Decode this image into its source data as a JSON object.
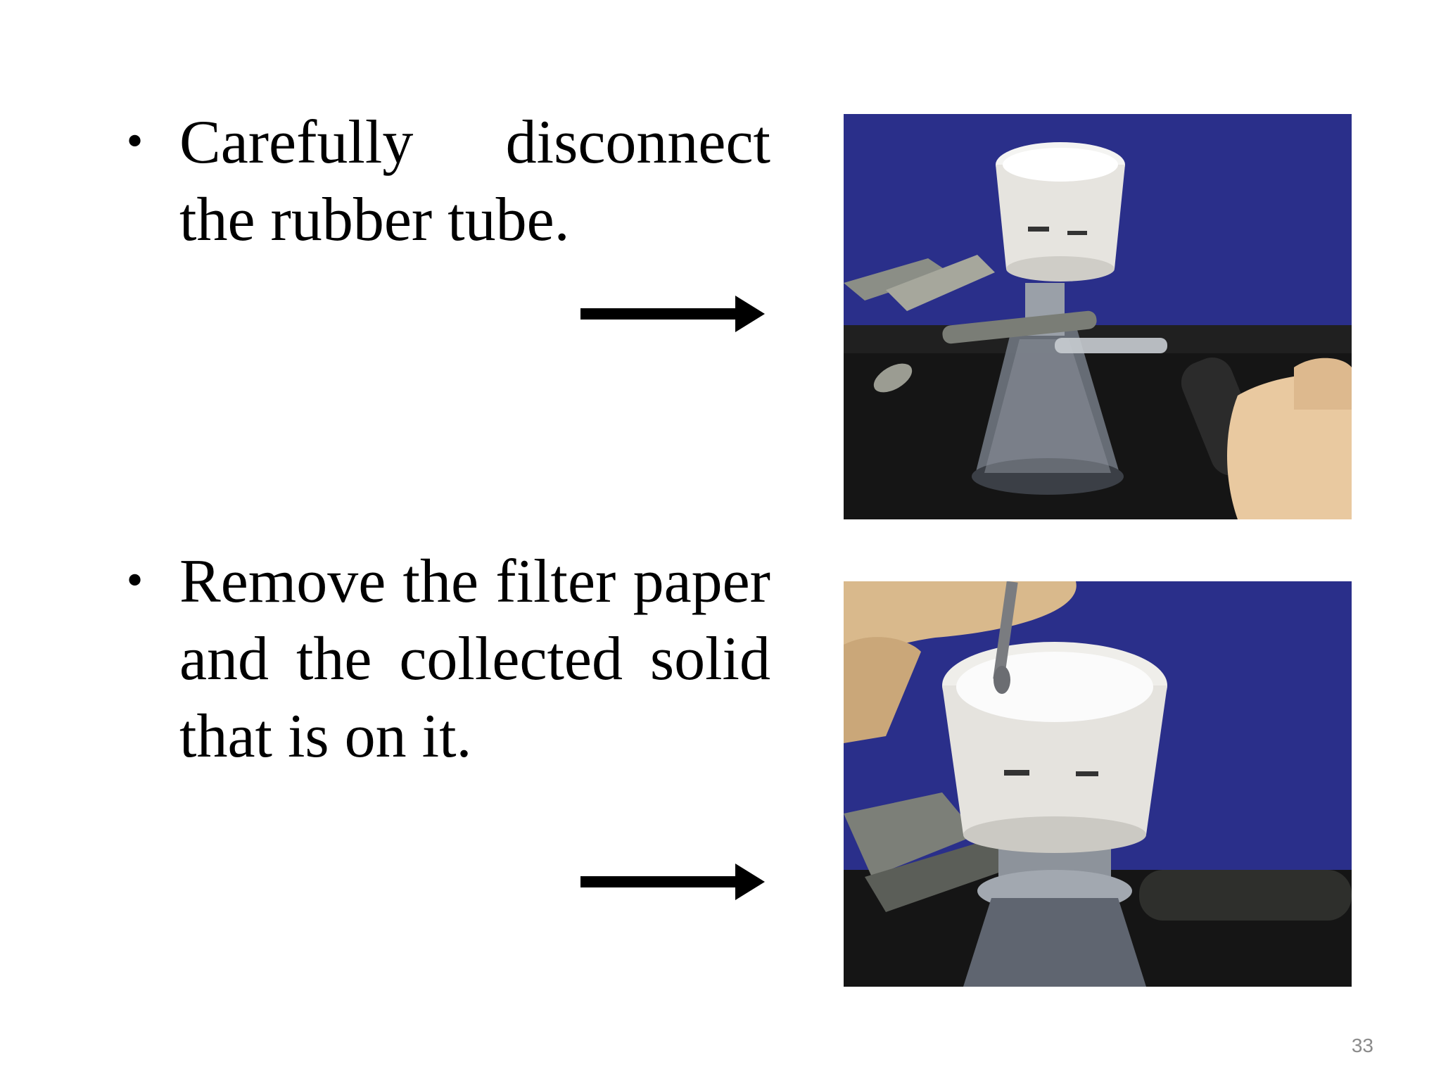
{
  "slide": {
    "bullets": [
      {
        "text": "Carefully disconnect the rubber tube."
      },
      {
        "text": "Remove the filter paper and the collected solid that is on it."
      }
    ],
    "bullet_symbol": "•",
    "arrow_icon": "right-arrow-icon",
    "images": [
      {
        "subject": "buchner-funnel-on-filter-flask-with-hand-removing-rubber-tube"
      },
      {
        "subject": "spatula-lifting-filter-paper-from-buchner-funnel"
      }
    ],
    "page_number": "33"
  },
  "colors": {
    "background": "#ffffff",
    "text": "#000000",
    "page_number": "#8a8a8a",
    "photo_backdrop": "#2a2f8a",
    "bench": "#1a1a1a"
  }
}
